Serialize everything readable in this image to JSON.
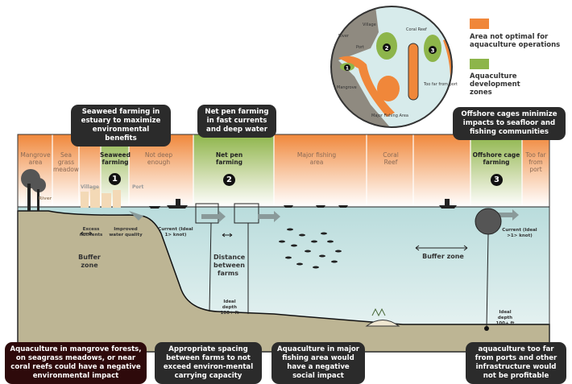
{
  "map": {
    "labels": {
      "village": "Village",
      "river": "River",
      "port": "Port",
      "coral_reef": "Coral Reef",
      "mangrove": "Mangrove",
      "major_fishing_area": "Major Fishing Area",
      "too_far": "Too far from port"
    },
    "zone_numbers": [
      "1",
      "2",
      "3"
    ]
  },
  "legend": [
    {
      "color": "#f0873a",
      "label": "Area not optimal for aquaculture operations"
    },
    {
      "color": "#8db54a",
      "label": "Aquaculture development zones"
    }
  ],
  "top_callouts": [
    "Seaweed farming in estuary to maximize environmental benefits",
    "Net pen farming in fast currents and deep water",
    "Offshore cages minimize impacts to seafloor and fishing communities"
  ],
  "columns": {
    "mangrove": "Mangrove area",
    "seagrass": "Sea grass meadow",
    "seaweed": "Seaweed farming",
    "not_deep": "Not deep enough",
    "net_pen": "Net pen farming",
    "major_fishing": "Major fishing area",
    "coral": "Coral Reef",
    "offshore": "Offshore cage farming",
    "too_far": "Too far from port"
  },
  "numbers": [
    "1",
    "2",
    "3"
  ],
  "scene_labels": {
    "river": "River",
    "village": "Village",
    "port": "Port",
    "excess_nutrients": "Excess nutrients",
    "improved_water": "Improved water quality",
    "buffer_zone_1": "Buffer zone",
    "current_1": "Current (Ideal 1> knot)",
    "distance": "Distance between farms",
    "depth_1": "Ideal depth 100+ ft",
    "buffer_zone_2": "Buffer zone",
    "current_2": "Current (Ideal >1> knot)",
    "depth_2": "Ideal depth 100+ ft"
  },
  "bottom_callouts": [
    "Aquaculture in mangrove forests, on seagrass meadows, or near coral reefs could have a negative environmental impact",
    "Appropriate spacing between farms to not exceed environ-mental carrying capacity",
    "Aquaculture in major fishing area would have a negative social impact",
    "aquaculture too far from ports and other infrastructure would not be profitable"
  ],
  "colors": {
    "orange": "#f0873a",
    "green": "#8db54a",
    "water": "#cfe6e6",
    "seabed": "#bdb594",
    "callout": "#2b2b2b"
  }
}
